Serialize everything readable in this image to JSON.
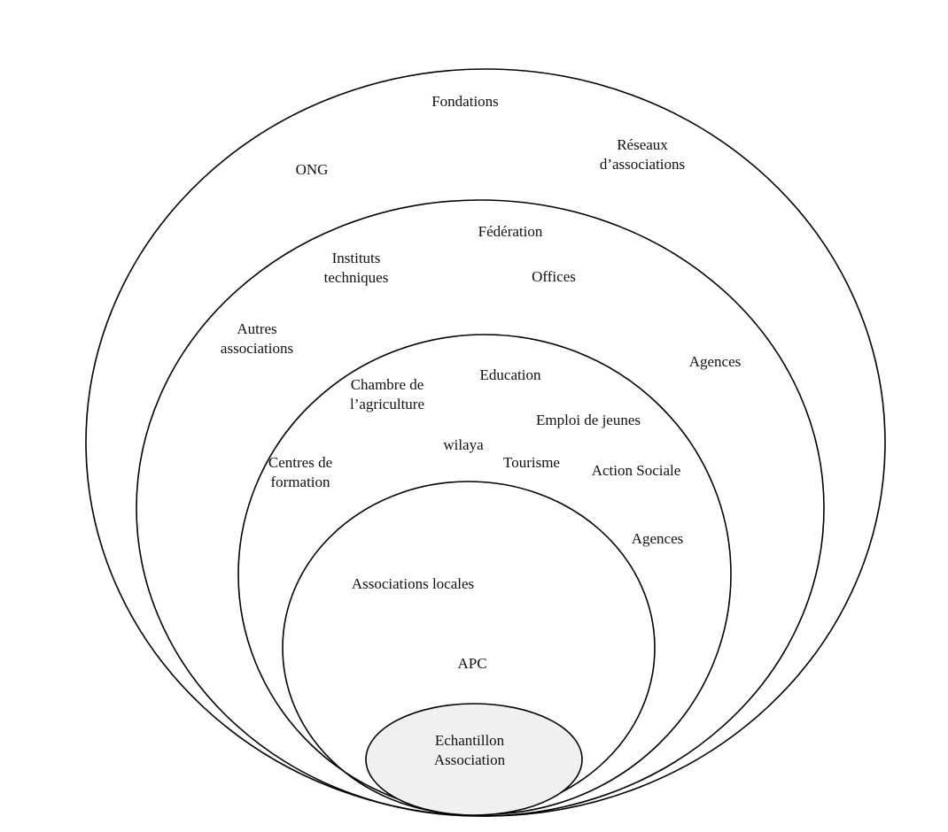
{
  "diagram": {
    "type": "nested-ellipses",
    "stroke_color": "#000000",
    "inner_fill": "#f0f0f0",
    "rings": [
      {
        "id": "ring-1",
        "labels": [
          {
            "id": "fondations",
            "lines": [
              "Fondations"
            ]
          },
          {
            "id": "reseaux",
            "lines": [
              "Réseaux",
              "d’associations"
            ]
          },
          {
            "id": "ong",
            "lines": [
              "ONG"
            ]
          }
        ]
      },
      {
        "id": "ring-2",
        "labels": [
          {
            "id": "federation",
            "lines": [
              "Fédération"
            ]
          },
          {
            "id": "instituts",
            "lines": [
              "Instituts",
              "techniques"
            ]
          },
          {
            "id": "offices",
            "lines": [
              "Offices"
            ]
          },
          {
            "id": "autres",
            "lines": [
              "Autres",
              "associations"
            ]
          },
          {
            "id": "agences-outer",
            "lines": [
              "Agences"
            ]
          }
        ]
      },
      {
        "id": "ring-3",
        "labels": [
          {
            "id": "education",
            "lines": [
              "Education"
            ]
          },
          {
            "id": "chambre",
            "lines": [
              "Chambre de",
              "l’agriculture"
            ]
          },
          {
            "id": "emploi",
            "lines": [
              "Emploi de jeunes"
            ]
          },
          {
            "id": "wilaya",
            "lines": [
              "wilaya"
            ]
          },
          {
            "id": "tourisme",
            "lines": [
              "Tourisme"
            ]
          },
          {
            "id": "centres",
            "lines": [
              "Centres de",
              "formation"
            ]
          },
          {
            "id": "action",
            "lines": [
              "Action Sociale"
            ]
          },
          {
            "id": "agences-inner",
            "lines": [
              "Agences"
            ]
          }
        ]
      },
      {
        "id": "ring-4",
        "labels": [
          {
            "id": "assoc-locales",
            "lines": [
              "Associations locales"
            ]
          },
          {
            "id": "apc",
            "lines": [
              "APC"
            ]
          }
        ]
      },
      {
        "id": "core",
        "labels": [
          {
            "id": "echantillon",
            "lines": [
              "Echantillon",
              "Association"
            ]
          }
        ]
      }
    ]
  }
}
